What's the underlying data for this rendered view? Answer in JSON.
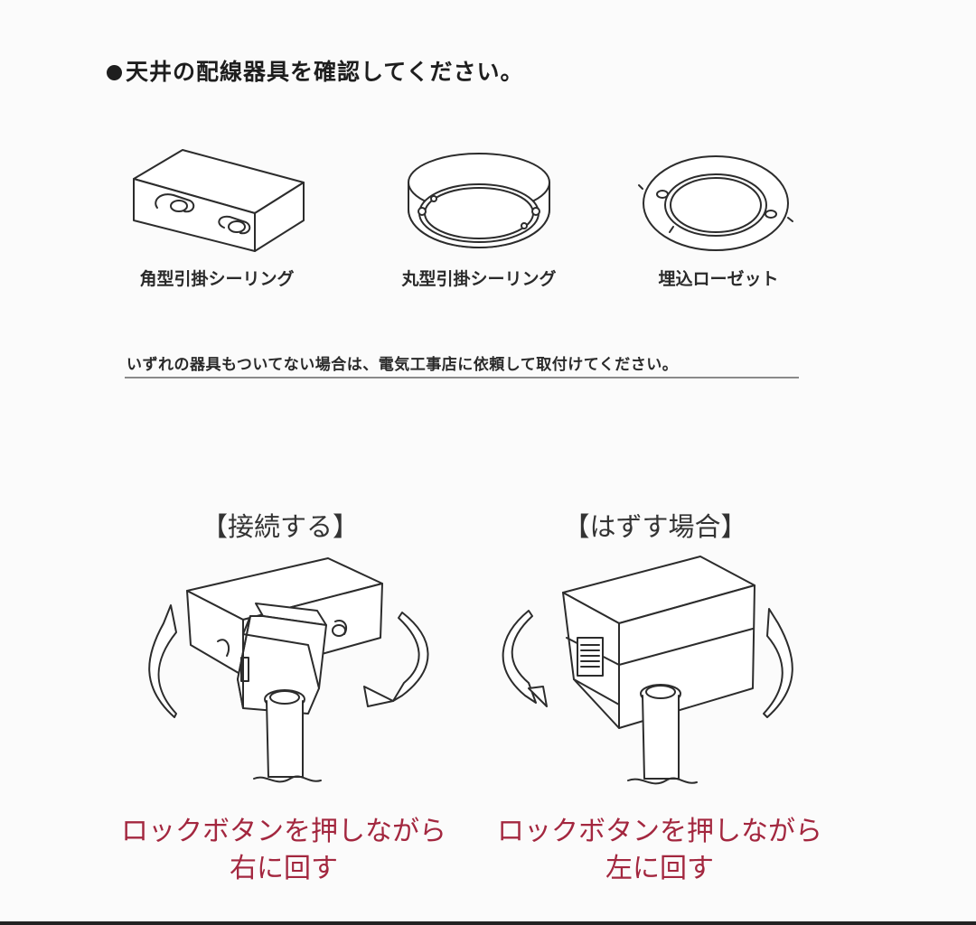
{
  "heading": {
    "bullet": "●",
    "text": "天井の配線器具を確認してください。"
  },
  "fixtures": [
    {
      "label": "角型引掛シーリング",
      "icon": "square-ceiling-hook-icon"
    },
    {
      "label": "丸型引掛シーリング",
      "icon": "round-ceiling-hook-icon"
    },
    {
      "label": "埋込ローゼット",
      "icon": "flush-rosette-icon"
    }
  ],
  "note": "いずれの器具もついてない場合は、電気工事店に依頼して取付けてください。",
  "steps": [
    {
      "title": "【接続する】",
      "caption_line1": "ロックボタンを押しながら",
      "caption_line2": "右に回す",
      "direction": "clockwise"
    },
    {
      "title": "【はずす場合】",
      "caption_line1": "ロックボタンを押しながら",
      "caption_line2": "左に回す",
      "direction": "counter-clockwise"
    }
  ],
  "colors": {
    "caption": "#a3273f",
    "line": "#2c2c2c",
    "background": "#fbfbfb"
  }
}
